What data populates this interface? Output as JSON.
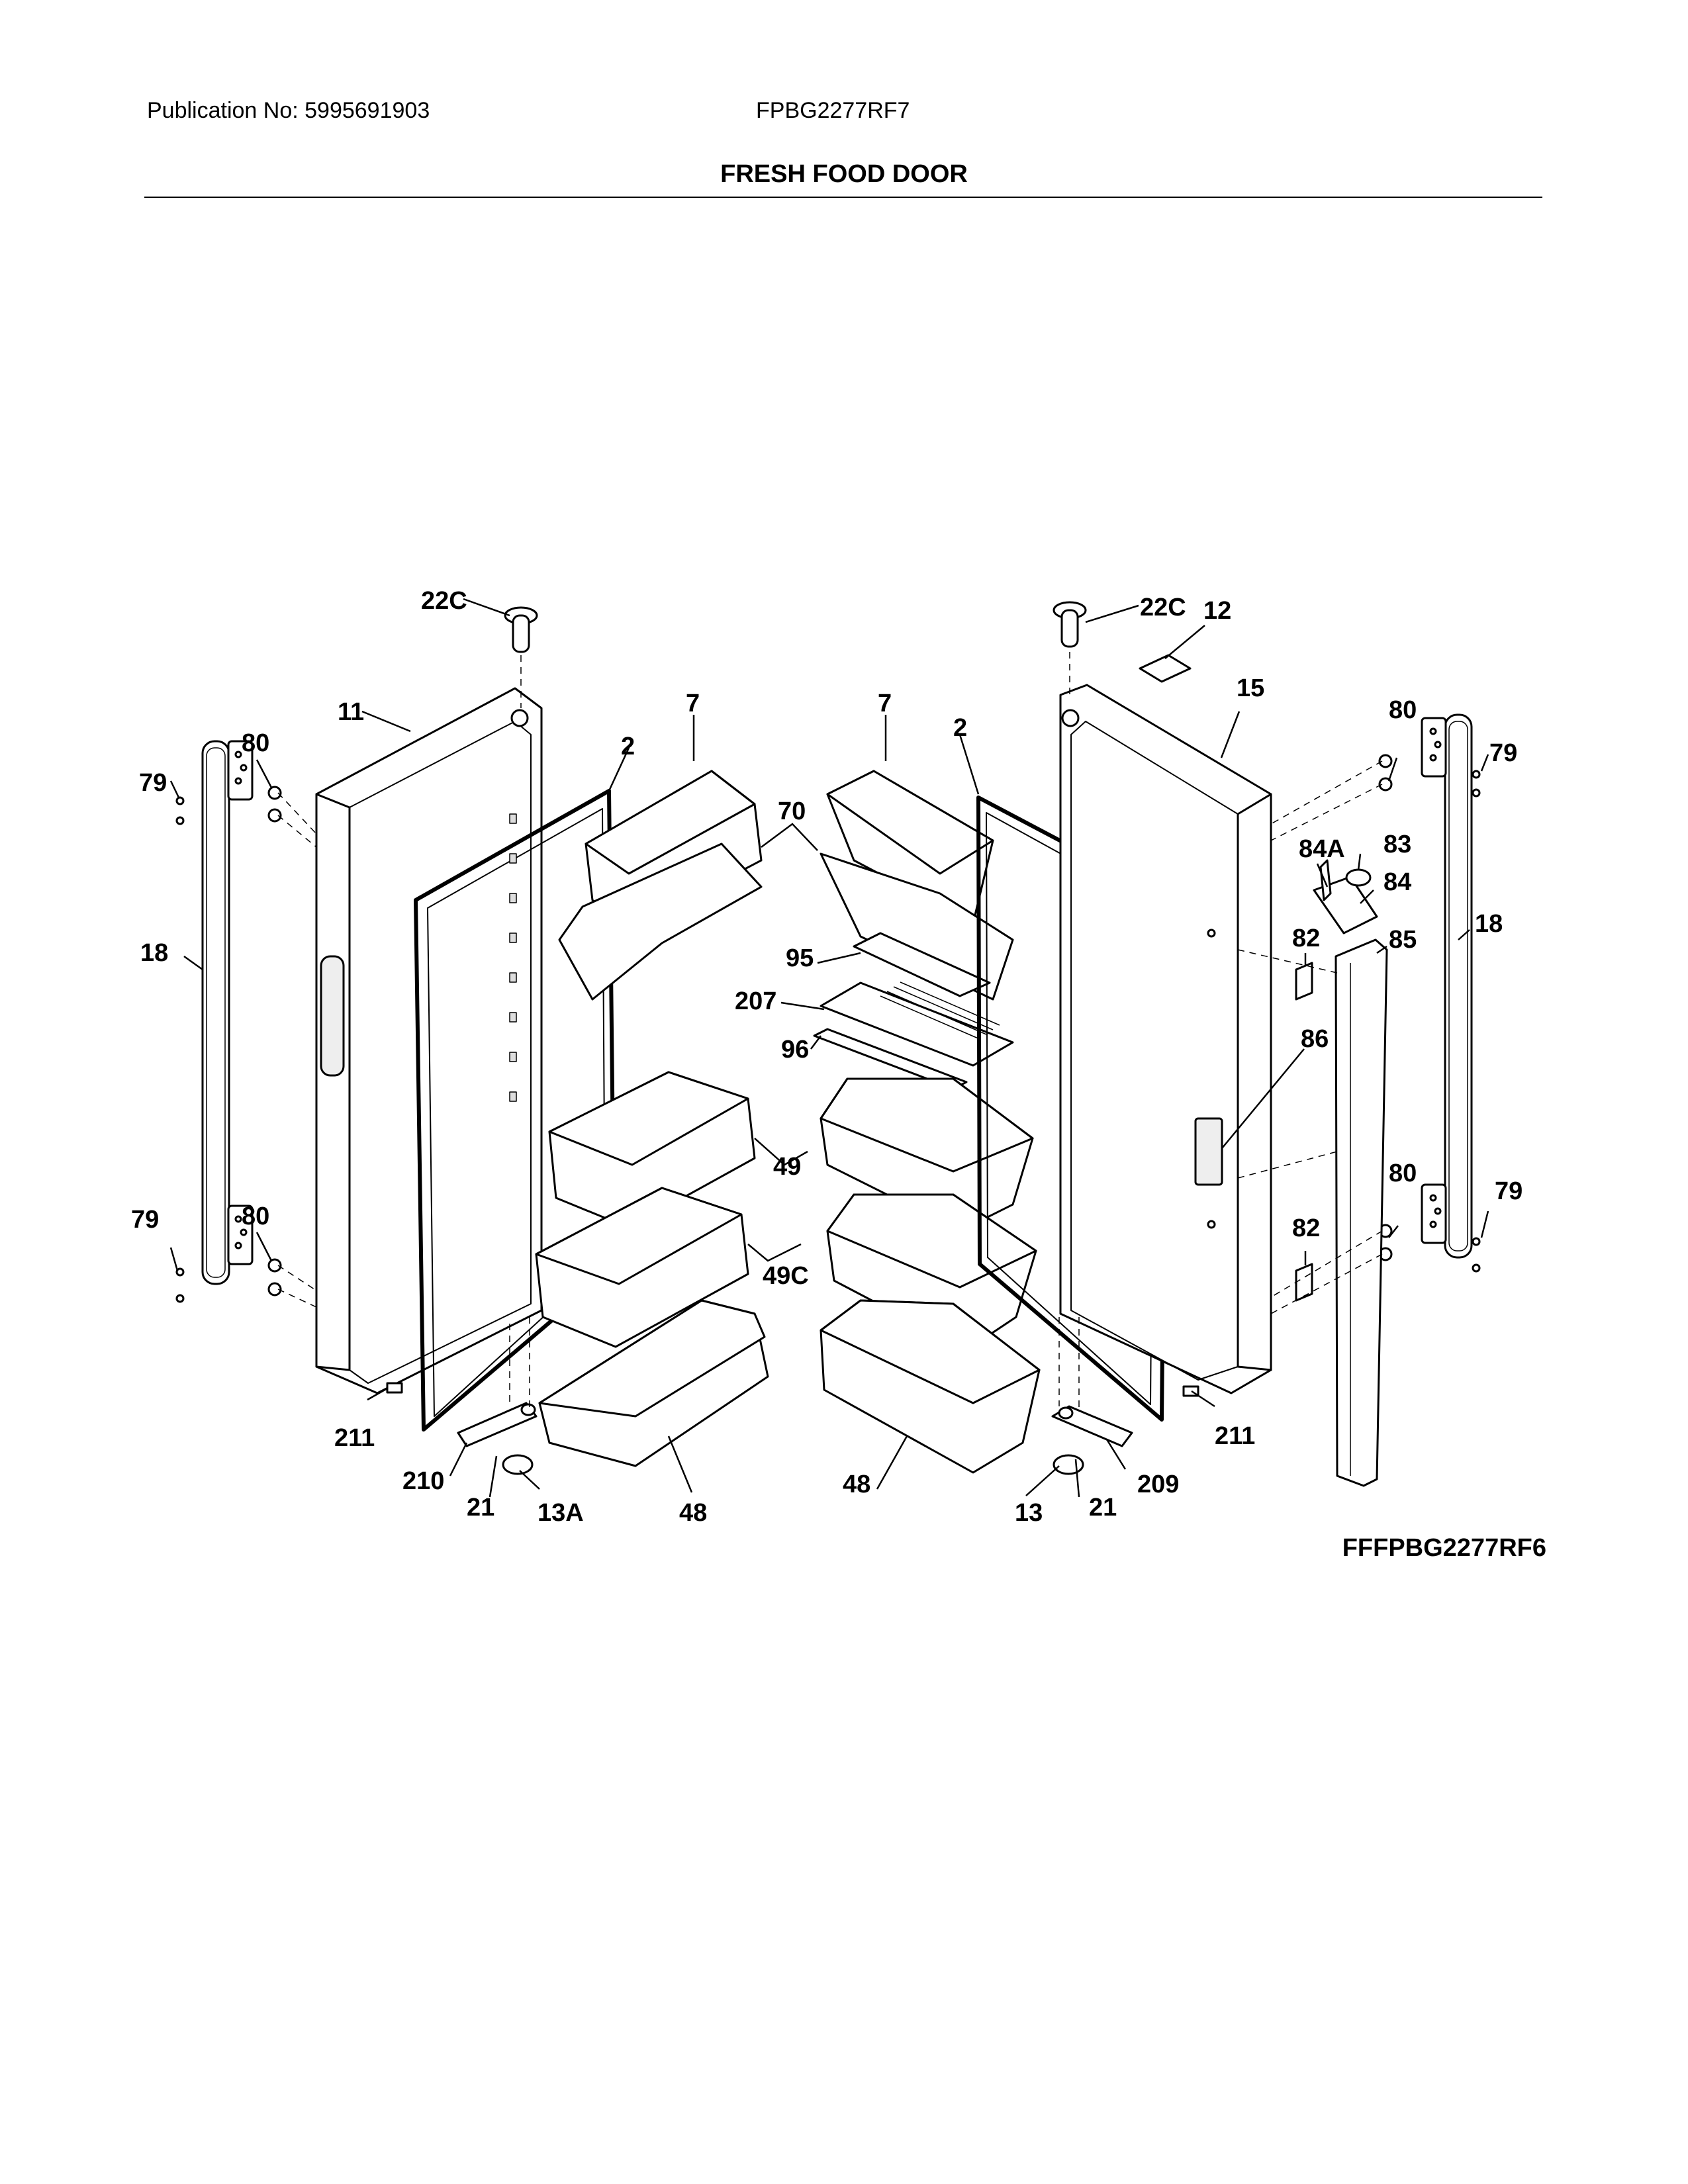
{
  "header": {
    "publication": "Publication No: 5995691903",
    "model": "FPBG2277RF7",
    "title": "FRESH FOOD DOOR"
  },
  "diagram": {
    "labels": {
      "l22c_l": "22C",
      "l22c_r": "22C",
      "l12": "12",
      "l11": "11",
      "l15": "15",
      "l2_l": "2",
      "l2_r": "2",
      "l7_l": "7",
      "l7_r": "7",
      "l70": "70",
      "l80_tl": "80",
      "l80_tr": "80",
      "l79_tl": "79",
      "l79_tr": "79",
      "l18_l": "18",
      "l18_r": "18",
      "l84a": "84A",
      "l83": "83",
      "l84": "84",
      "l82_t": "82",
      "l85": "85",
      "l95": "95",
      "l207": "207",
      "l96": "96",
      "l86": "86",
      "l49": "49",
      "l49c": "49C",
      "l80_bl": "80",
      "l80_br": "80",
      "l79_bl": "79",
      "l79_br": "79",
      "l82_b": "82",
      "l211_l": "211",
      "l211_r": "211",
      "l210": "210",
      "l21_l": "21",
      "l13a": "13A",
      "l48_l": "48",
      "l48_r": "48",
      "l13": "13",
      "l21_r": "21",
      "l209": "209"
    }
  },
  "footer": {
    "reference": "FFFPBG2277RF6"
  }
}
